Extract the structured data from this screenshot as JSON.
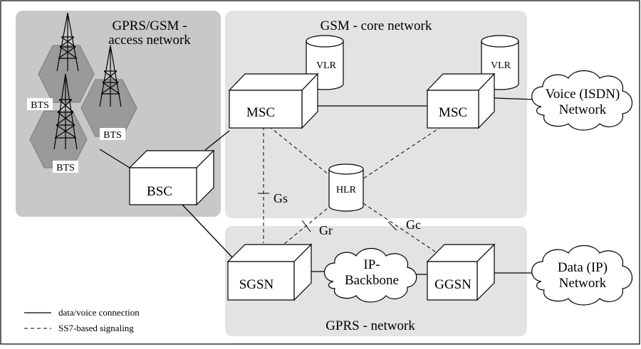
{
  "regions": {
    "access": "GPRS/GSM - access network",
    "access_line1": "GPRS/GSM -",
    "access_line2": "access network",
    "core": "GSM - core network",
    "gprs": "GPRS - network"
  },
  "nodes": {
    "bts_1": "BTS",
    "bts_2": "BTS",
    "bts_3": "BTS",
    "bsc": "BSC",
    "msc_left": "MSC",
    "msc_right": "MSC",
    "vlr_left": "VLR",
    "vlr_right": "VLR",
    "hlr": "HLR",
    "sgsn": "SGSN",
    "ggsn": "GGSN"
  },
  "clouds": {
    "voice_line1": "Voice (ISDN)",
    "voice_line2": "Network",
    "ip_line1": "IP-",
    "ip_line2": "Backbone",
    "data_line1": "Data (IP)",
    "data_line2": "Network"
  },
  "interfaces": {
    "gs": "Gs",
    "gr": "Gr",
    "gc": "Gc"
  },
  "legend": {
    "solid": "data/voice connection",
    "dashed": "SS7-based signaling"
  }
}
